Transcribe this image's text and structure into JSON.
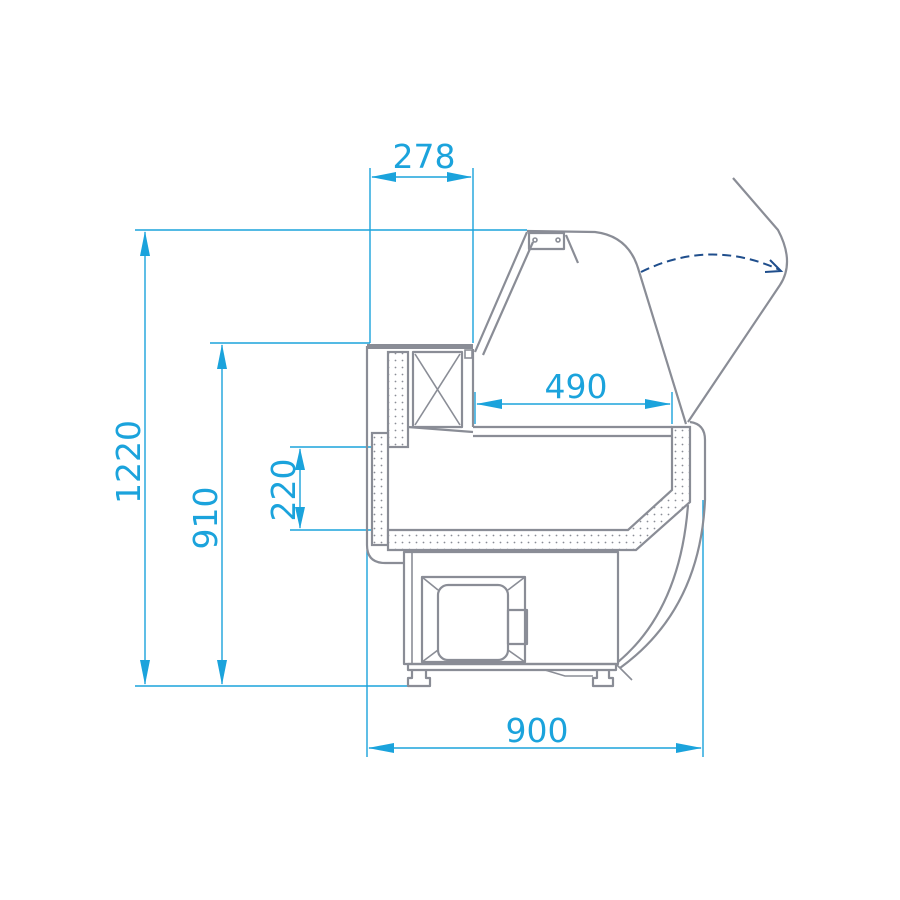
{
  "title": "Refrigerated display counter side view with dimensions",
  "dimensions": {
    "top_shelf_depth": "278",
    "display_depth": "490",
    "total_depth": "900",
    "total_height": "1220",
    "counter_height": "910",
    "display_tray_height": "220"
  },
  "colors": {
    "dimension": "#1ba3dc",
    "outline": "#8a8d96",
    "swing_arrow": "#1f4e8c"
  }
}
